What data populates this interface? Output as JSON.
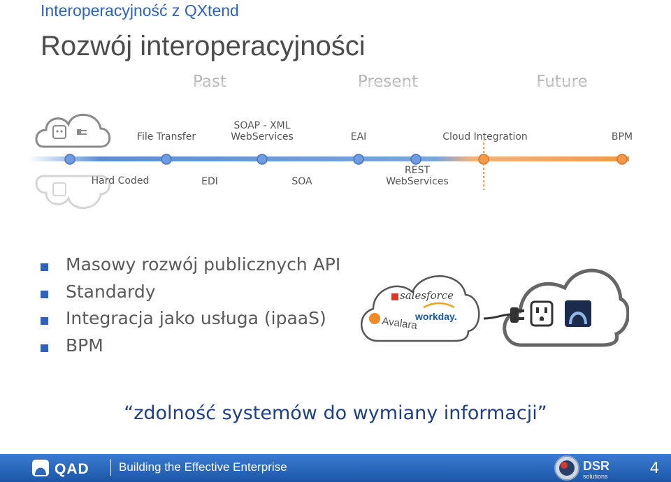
{
  "supertitle": "Interoperacyjność z QXtend",
  "title": "Rozwój interoperacyjności",
  "eras": [
    "Past",
    "Present",
    "Future"
  ],
  "timeline": {
    "top_labels": [
      "File Transfer",
      "SOAP - XML",
      "WebServices",
      "EAI",
      "Cloud Integration",
      "BPM"
    ],
    "bottom_labels": [
      "Hard Coded",
      "EDI",
      "SOA",
      "REST",
      "WebServices"
    ]
  },
  "bullets": [
    "Masowy rozwój publicznych API",
    "Standardy",
    "Integracja jako usługa (ipaaS)",
    "BPM"
  ],
  "partner_logos": [
    "salesforce",
    "workday.",
    "Avalara"
  ],
  "quote": "“zdolność systemów do wymiany informacji”",
  "footer": {
    "company": "QAD",
    "tagline": "Building the Effective Enterprise",
    "partner": "DSR",
    "partner_sub": "solutions",
    "page": "4"
  },
  "colors": {
    "accent": "#2e63b8",
    "timeline_past": "#5b8ed6",
    "timeline_future": "#f2994a",
    "footer": "#2b67bd"
  }
}
